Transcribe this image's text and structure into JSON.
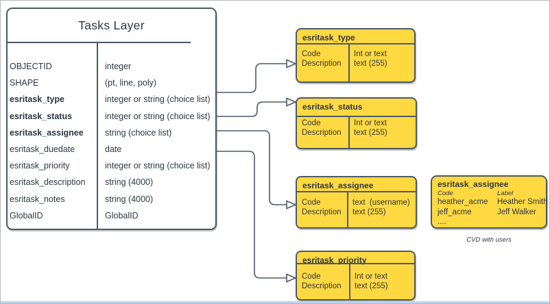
{
  "colors": {
    "accent_yellow": "#FFD941",
    "stroke": "#4D5866",
    "text": "#2D3642"
  },
  "tasks_layer": {
    "title": "Tasks Layer",
    "fields": [
      {
        "name": "OBJECTID",
        "type": "integer"
      },
      {
        "name": "SHAPE",
        "type": "(pt, line, poly)"
      },
      {
        "name": "esritask_type",
        "type": "integer or string (choice list)"
      },
      {
        "name": "esritask_status",
        "type": "integer or string (choice list)"
      },
      {
        "name": "esritask_assignee",
        "type": "string (choice list)"
      },
      {
        "name": "esritask_duedate",
        "type": "date"
      },
      {
        "name": "esritask_priority",
        "type": "integer or string (choice list)"
      },
      {
        "name": "esritask_description",
        "type": "string (4000)"
      },
      {
        "name": "esritask_notes",
        "type": "string (4000)"
      },
      {
        "name": "GlobalID",
        "type": "GlobalID"
      }
    ]
  },
  "domains": [
    {
      "title": "esritask_type",
      "left": [
        "Code",
        "Description"
      ],
      "right": [
        "Int or text",
        "text (255)"
      ]
    },
    {
      "title": "esritask_status",
      "left": [
        "Code",
        "Description"
      ],
      "right": [
        "Int or text",
        "text (255)"
      ]
    },
    {
      "title": "esritask_assignee",
      "left": [
        "Code",
        "Description"
      ],
      "right": [
        "text  (username)",
        "text (255)"
      ]
    },
    {
      "title": "esritask_priority",
      "left": [
        "Code",
        "Description"
      ],
      "right": [
        "Int or text",
        "text (255)"
      ]
    }
  ],
  "cvd": {
    "title": "esritask_assignee",
    "col_headers": [
      "Code",
      "Label"
    ],
    "rows": [
      {
        "code": "heather_acme",
        "label": "Heather Smith"
      },
      {
        "code": "jeff_acme",
        "label": "Jeff Walker"
      },
      {
        "code": "....",
        "label": ""
      }
    ],
    "caption": "CVD with users"
  }
}
